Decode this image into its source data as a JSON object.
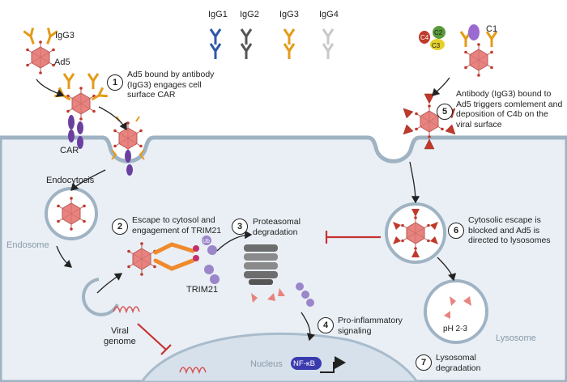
{
  "antibody_legend": [
    "IgG1",
    "IgG2",
    "IgG3",
    "IgG4"
  ],
  "labels": {
    "igg3": "IgG3",
    "ad5": "Ad5",
    "car": "CAR",
    "endocytosis": "Endocytosis",
    "endosome": "Endosome",
    "viral_genome": "Viral\ngenome",
    "trim21": "TRIM21",
    "nucleus": "Nucleus",
    "nfkb": "NF-κB",
    "lysosome": "Lysosome",
    "ph": "pH 2-3",
    "c1": "C1",
    "c2": "C2",
    "c3": "C3",
    "c4": "C4",
    "ub": "Ub"
  },
  "steps": [
    {
      "num": "1",
      "text": "Ad5 bound by antibody (IgG3) engages cell surface CAR"
    },
    {
      "num": "2",
      "text": "Escape to cytosol and engagement of TRIM21"
    },
    {
      "num": "3",
      "text": "Proteasomal degradation"
    },
    {
      "num": "4",
      "text": "Pro-inflammatory signaling"
    },
    {
      "num": "5",
      "text": "Antibody (IgG3) bound to Ad5 triggers comlement and deposition of C4b on the viral surface"
    },
    {
      "num": "6",
      "text": "Cytosolic escape is blocked and Ad5 is directed to lysosomes"
    },
    {
      "num": "7",
      "text": "Lysosomal degradation"
    }
  ],
  "colors": {
    "cytoplasm": "#e9eff5",
    "membrane": "#9fb3c3",
    "virus": "#e8837f",
    "igg1": "#2f5aa8",
    "igg2": "#555555",
    "igg3": "#e39b19",
    "igg4": "#c8c8c8",
    "car": "#6b3fa0",
    "inhibit": "#c83030",
    "c4": "#c0392b",
    "c2": "#5a9a3c",
    "c3": "#e6d02a"
  }
}
